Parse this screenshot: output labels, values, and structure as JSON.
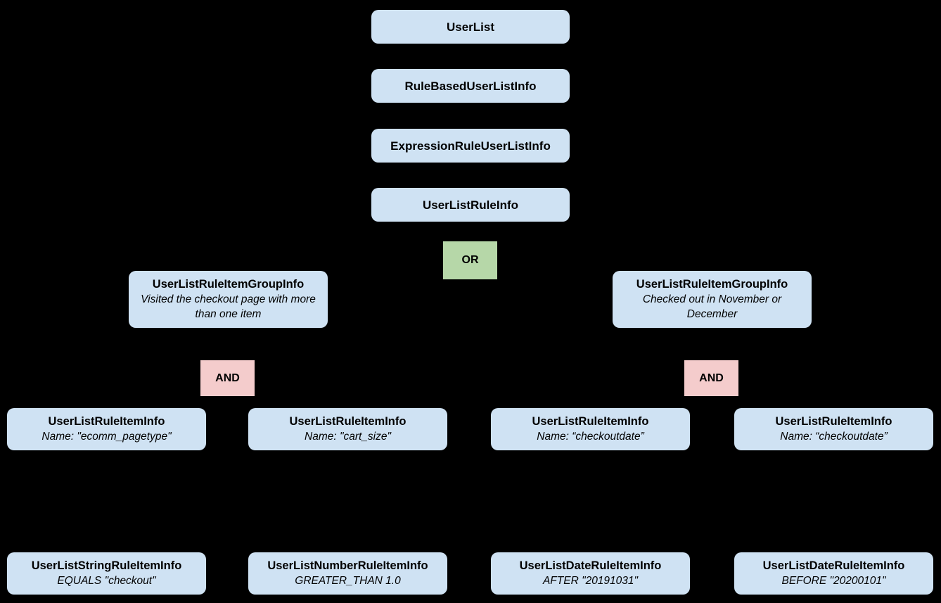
{
  "diagram": {
    "description": "UserList rule hierarchy tree",
    "colors": {
      "background": "#000000",
      "node_fill": "#cfe2f3",
      "or_fill": "#b6d7a8",
      "and_fill": "#f4cccc",
      "text": "#000000"
    },
    "chain": [
      {
        "title": "UserList"
      },
      {
        "title": "RuleBasedUserListInfo"
      },
      {
        "title": "ExpressionRuleUserListInfo"
      },
      {
        "title": "UserListRuleInfo"
      }
    ],
    "operators": {
      "or": "OR",
      "and_left": "AND",
      "and_right": "AND"
    },
    "groups": [
      {
        "title": "UserListRuleItemGroupInfo",
        "desc": "Visited the checkout page with more than one item"
      },
      {
        "title": "UserListRuleItemGroupInfo",
        "desc": "Checked out in November or December"
      }
    ],
    "rule_items": [
      {
        "title": "UserListRuleItemInfo",
        "sub": "Name: \"ecomm_pagetype\""
      },
      {
        "title": "UserListRuleItemInfo",
        "sub": "Name: \"cart_size\""
      },
      {
        "title": "UserListRuleItemInfo",
        "sub": "Name: “checkoutdate”"
      },
      {
        "title": "UserListRuleItemInfo",
        "sub": "Name: “checkoutdate”"
      }
    ],
    "leaves": [
      {
        "title": "UserListStringRuleItemInfo",
        "sub": "EQUALS \"checkout\""
      },
      {
        "title": "UserListNumberRuleItemInfo",
        "sub": "GREATER_THAN 1.0"
      },
      {
        "title": "UserListDateRuleItemInfo",
        "sub": "AFTER \"20191031\""
      },
      {
        "title": "UserListDateRuleItemInfo",
        "sub": "BEFORE \"20200101\""
      }
    ]
  }
}
